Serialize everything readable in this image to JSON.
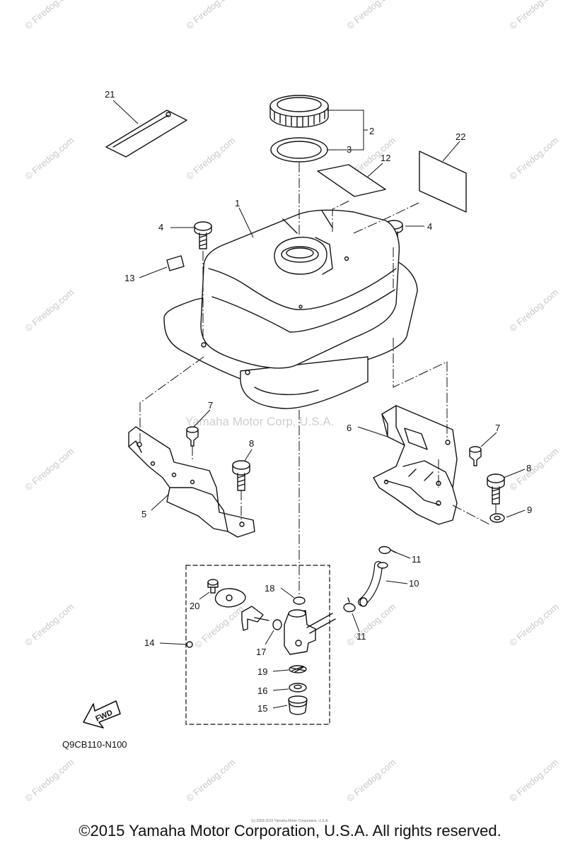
{
  "diagram": {
    "code": "Q9CB110-N100",
    "fwd_label": "FWD",
    "watermark": "© Firedog.com",
    "center_watermark": "Yamaha Motor Corp, U.S.A.",
    "copyright": "©2015 Yamaha Motor Corporation, U.S.A. All rights reserved.",
    "copyright_small": "(c) 2003-2015 Yamaha Motor Corporation, U.S.A.",
    "callouts": {
      "c1": "1",
      "c2": "2",
      "c3": "3",
      "c4a": "4",
      "c4b": "4",
      "c5": "5",
      "c6": "6",
      "c7a": "7",
      "c7b": "7",
      "c8a": "8",
      "c8b": "8",
      "c9": "9",
      "c10": "10",
      "c11a": "11",
      "c11b": "11",
      "c12": "12",
      "c13": "13",
      "c14": "14",
      "c15": "15",
      "c16": "16",
      "c17": "17",
      "c18": "18",
      "c19": "19",
      "c20": "20",
      "c21": "21",
      "c22": "22"
    }
  }
}
